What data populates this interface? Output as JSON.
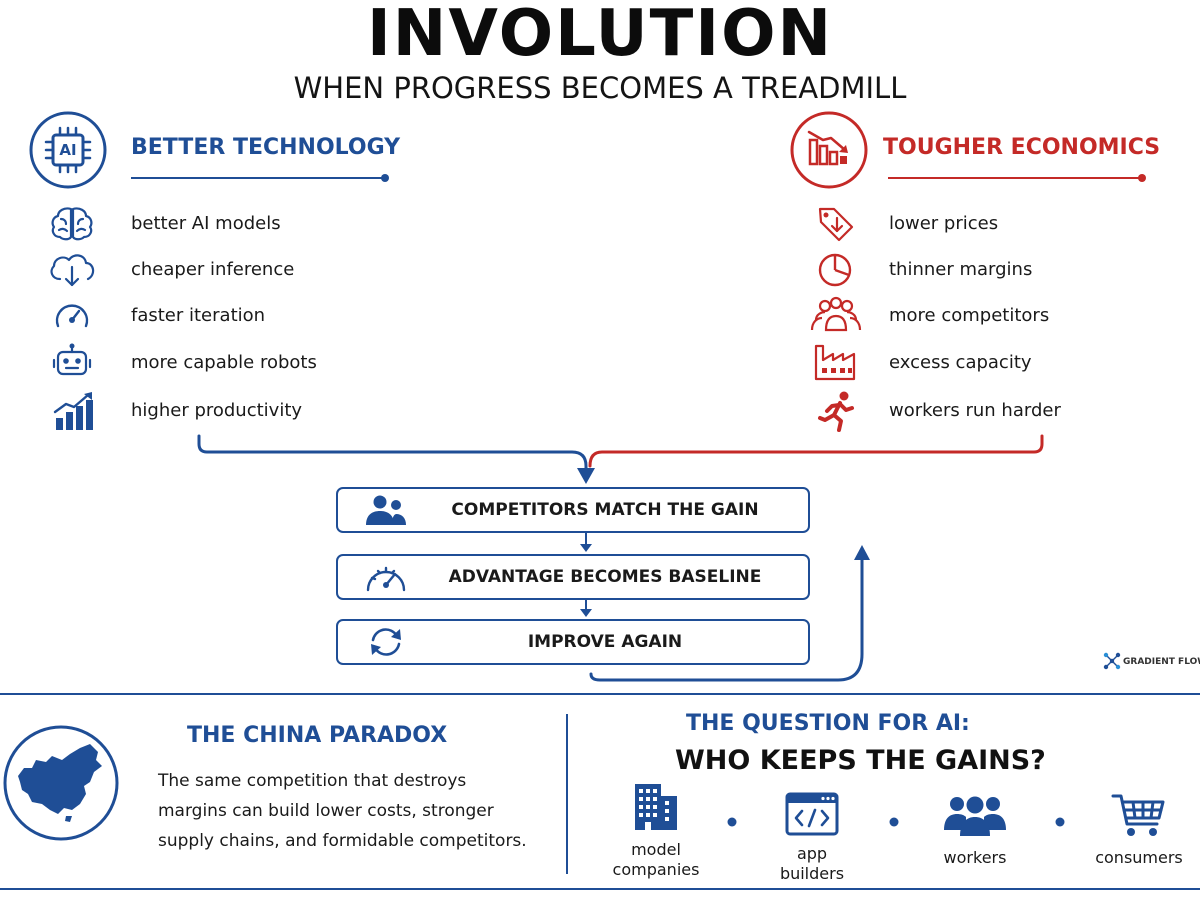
{
  "header": {
    "title": "INVOLUTION",
    "subtitle": "WHEN PROGRESS BECOMES A TREADMILL"
  },
  "left_column": {
    "badge": "AI",
    "heading": "BETTER TECHNOLOGY",
    "items": [
      {
        "label": "better AI models",
        "icon": "brain-icon"
      },
      {
        "label": "cheaper inference",
        "icon": "cloud-download-icon"
      },
      {
        "label": "faster iteration",
        "icon": "speedometer-icon"
      },
      {
        "label": "more capable robots",
        "icon": "robot-icon"
      },
      {
        "label": "higher productivity",
        "icon": "growth-chart-icon"
      }
    ]
  },
  "right_column": {
    "heading": "TOUGHER ECONOMICS",
    "items": [
      {
        "label": "lower prices",
        "icon": "price-tag-down-icon"
      },
      {
        "label": "thinner margins",
        "icon": "pie-chart-icon"
      },
      {
        "label": "more competitors",
        "icon": "people-group-icon"
      },
      {
        "label": "excess capacity",
        "icon": "factory-icon"
      },
      {
        "label": "workers run harder",
        "icon": "running-person-icon"
      }
    ]
  },
  "cycle": {
    "steps": [
      {
        "label": "COMPETITORS MATCH THE GAIN",
        "icon": "people-icon"
      },
      {
        "label": "ADVANTAGE BECOMES BASELINE",
        "icon": "gauge-icon"
      },
      {
        "label": "IMPROVE AGAIN",
        "icon": "refresh-icon"
      }
    ]
  },
  "brand": "GRADIENT FLOW",
  "china_paradox": {
    "title": "THE CHINA PARADOX",
    "body_lines": [
      "The same competition that destroys",
      "margins can build lower costs, stronger",
      "supply chains, and formidable competitors."
    ]
  },
  "question": {
    "title": "THE QUESTION FOR AI:",
    "headline": "WHO KEEPS THE GAINS?",
    "stakeholders": [
      {
        "lines": [
          "model",
          "companies"
        ],
        "icon": "office-building-icon"
      },
      {
        "lines": [
          "app",
          "builders"
        ],
        "icon": "code-window-icon"
      },
      {
        "lines": [
          "workers"
        ],
        "icon": "people-group-icon"
      },
      {
        "lines": [
          "consumers"
        ],
        "icon": "shopping-cart-icon"
      }
    ]
  },
  "colors": {
    "tech_blue": "#1f4e96",
    "econ_red": "#c42a27",
    "text_dark": "#111111"
  }
}
